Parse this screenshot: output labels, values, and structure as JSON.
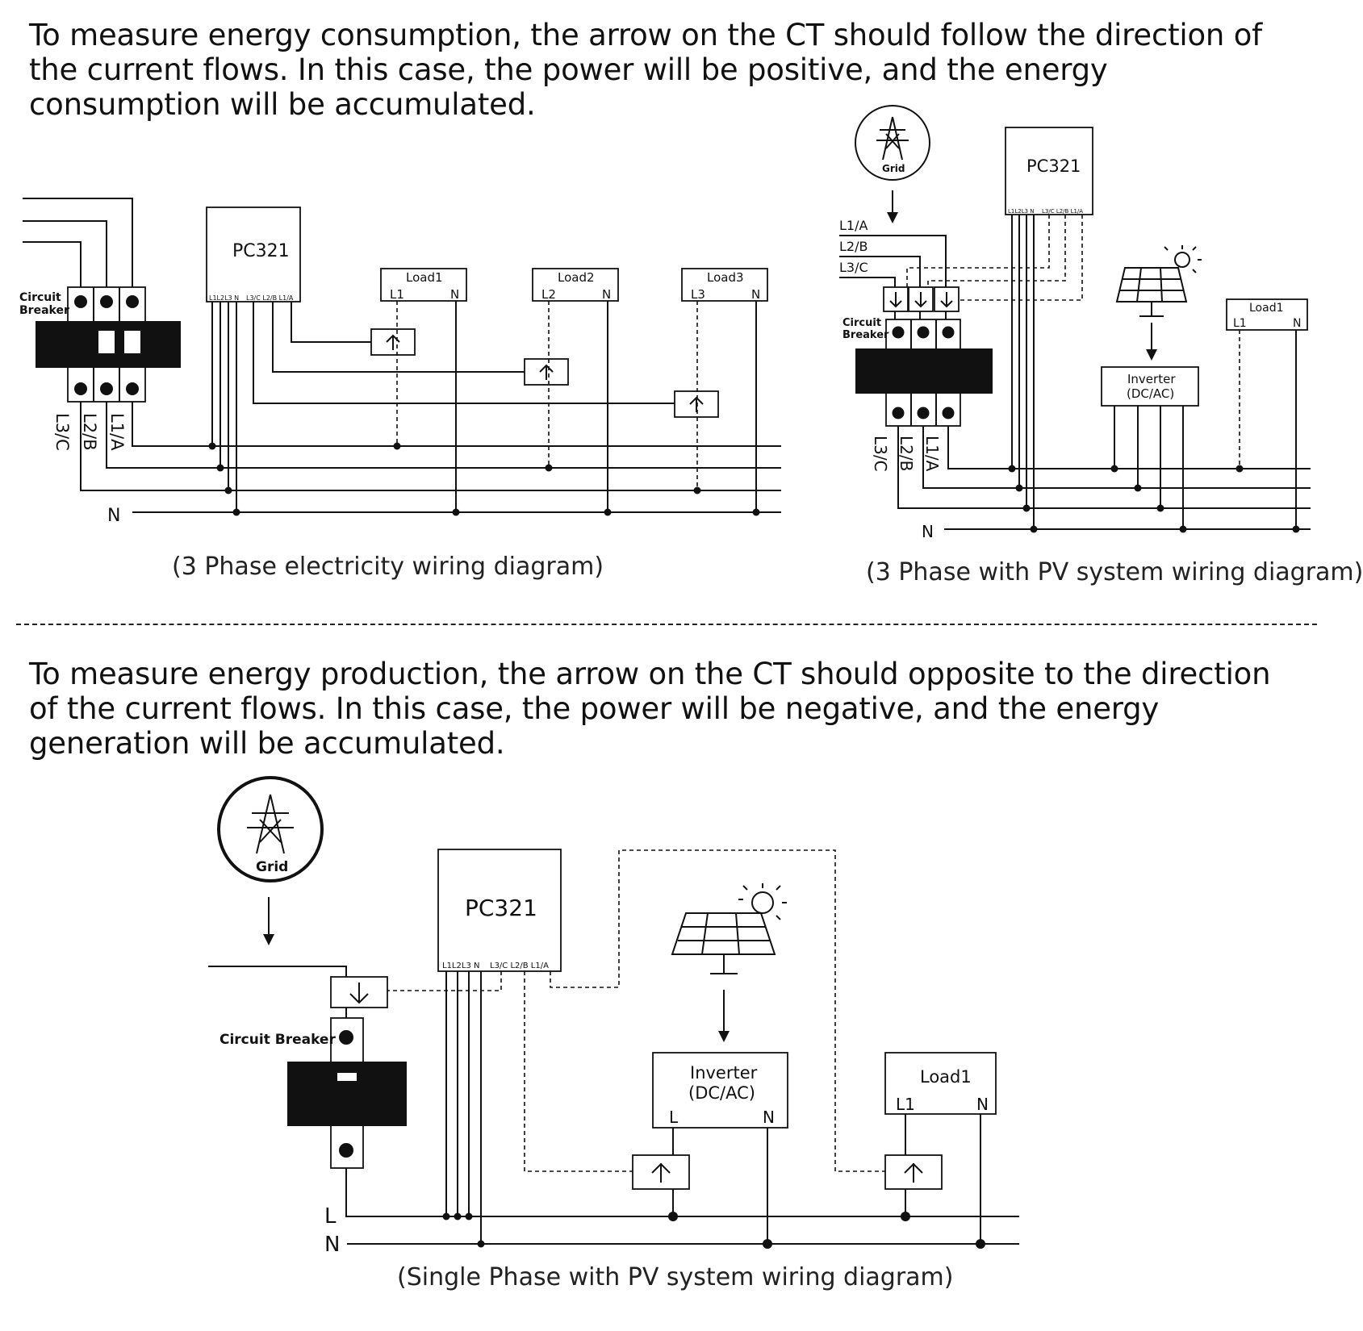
{
  "top": {
    "paragraph": "To measure energy consumption, the arrow on the CT should follow the direction of the current flows. In this case, the power will be positive, and the energy consumption will be accumulated."
  },
  "bottom": {
    "paragraph": "To measure energy production, the arrow on the CT should opposite to the direction of the current flows. In this case, the power will be negative, and the energy generation will be accumulated."
  },
  "diagram1": {
    "caption": "(3 Phase electricity wiring diagram)",
    "breaker_label_1": "Circuit",
    "breaker_label_2": "Breaker",
    "meter": "PC321",
    "meter_ports_left": "L1L2L3 N",
    "meter_ports_right": "L3/C  L2/B  L1/A",
    "phases": [
      "L3/C",
      "L2/B",
      "L1/A"
    ],
    "neutral": "N",
    "loads": [
      {
        "name": "Load1",
        "l": "L1",
        "n": "N"
      },
      {
        "name": "Load2",
        "l": "L2",
        "n": "N"
      },
      {
        "name": "Load3",
        "l": "L3",
        "n": "N"
      }
    ]
  },
  "diagram2": {
    "caption": "(3 Phase with PV system wiring diagram)",
    "grid": "Grid",
    "phases_in": [
      "L1/A",
      "L2/B",
      "L3/C"
    ],
    "breaker_label_1": "Circuit",
    "breaker_label_2": "Breaker",
    "meter": "PC321",
    "meter_ports_left": "L1L2L3 N",
    "meter_ports_right": "L3/C  L2/B  L1/A",
    "inverter_1": "Inverter",
    "inverter_2": "(DC/AC)",
    "load": {
      "name": "Load1",
      "l": "L1",
      "n": "N"
    },
    "phases_out": [
      "L3/C",
      "L2/B",
      "L1/A"
    ],
    "neutral": "N"
  },
  "diagram3": {
    "caption": "(Single Phase with PV system wiring diagram)",
    "grid": "Grid",
    "breaker_label": "Circuit Breaker",
    "meter": "PC321",
    "meter_ports_left": "L1L2L3 N",
    "meter_ports_right": "L3/C  L2/B  L1/A",
    "inverter_1": "Inverter",
    "inverter_2": "(DC/AC)",
    "inverter_l": "L",
    "inverter_n": "N",
    "load": {
      "name": "Load1",
      "l": "L1",
      "n": "N"
    },
    "line": "L",
    "neutral": "N"
  }
}
